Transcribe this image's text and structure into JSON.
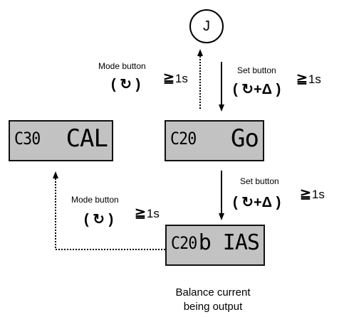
{
  "node_j": "J",
  "displays": {
    "c30": {
      "code": "C30",
      "value": "CAL"
    },
    "c20_go": {
      "code": "C20",
      "value": "Go"
    },
    "c20_bias": {
      "code": "C20",
      "value": "b IAS"
    }
  },
  "transitions": {
    "mode_top": {
      "caption": "Mode button",
      "symbol": "( ↻ )",
      "duration": "1s"
    },
    "set_top": {
      "caption": "Set button",
      "symbol": "( ↻+Δ )",
      "duration": "1s"
    },
    "set_mid": {
      "caption": "Set button",
      "symbol": "( ↻+Δ )",
      "duration": "1s"
    },
    "mode_bottom": {
      "caption": "Mode button",
      "symbol": "( ↻ )",
      "duration": "1s"
    }
  },
  "bottom_note": {
    "line1": "Balance current",
    "line2": "being output"
  },
  "colors": {
    "lcd_bg": "#c2c2c2",
    "line": "#000000"
  }
}
